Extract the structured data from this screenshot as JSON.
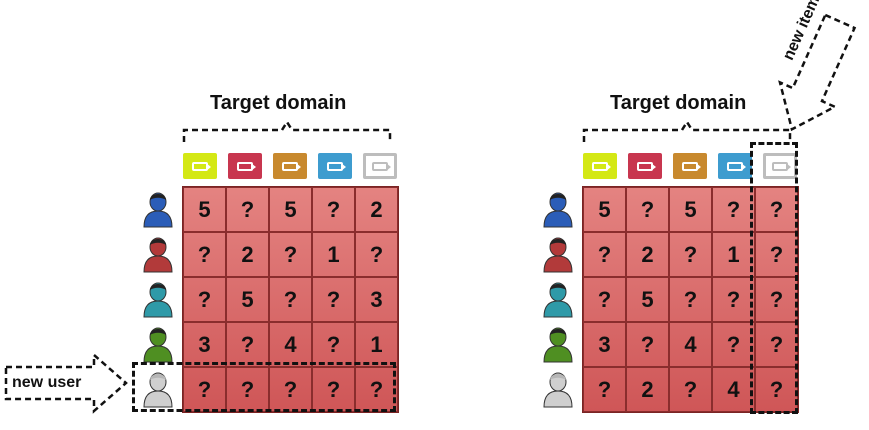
{
  "titles": {
    "target_domain": "Target domain"
  },
  "labels": {
    "new_user": "new user",
    "new_item": "new item"
  },
  "items": [
    {
      "color": "#d4e815",
      "icon": "camera-icon"
    },
    {
      "color": "#c8364f",
      "icon": "camera-icon"
    },
    {
      "color": "#c8892e",
      "icon": "camera-icon"
    },
    {
      "color": "#3e9ccf",
      "icon": "camera-icon"
    },
    {
      "color": "#bdbdbd",
      "icon": "camera-icon"
    }
  ],
  "users": [
    {
      "color": "#2b5db8",
      "icon": "user-icon"
    },
    {
      "color": "#b23a3a",
      "icon": "user-icon"
    },
    {
      "color": "#2f9aa8",
      "icon": "user-icon"
    },
    {
      "color": "#4f8f22",
      "icon": "user-icon"
    },
    {
      "color": "#cfcfcf",
      "icon": "user-icon"
    }
  ],
  "left_matrix": [
    [
      "5",
      "?",
      "5",
      "?",
      "2"
    ],
    [
      "?",
      "2",
      "?",
      "1",
      "?"
    ],
    [
      "?",
      "5",
      "?",
      "?",
      "3"
    ],
    [
      "3",
      "?",
      "4",
      "?",
      "1"
    ],
    [
      "?",
      "?",
      "?",
      "?",
      "?"
    ]
  ],
  "right_matrix": [
    [
      "5",
      "?",
      "5",
      "?",
      "?"
    ],
    [
      "?",
      "2",
      "?",
      "1",
      "?"
    ],
    [
      "?",
      "5",
      "?",
      "?",
      "?"
    ],
    [
      "3",
      "?",
      "4",
      "?",
      "?"
    ],
    [
      "?",
      "2",
      "?",
      "4",
      "?"
    ]
  ]
}
